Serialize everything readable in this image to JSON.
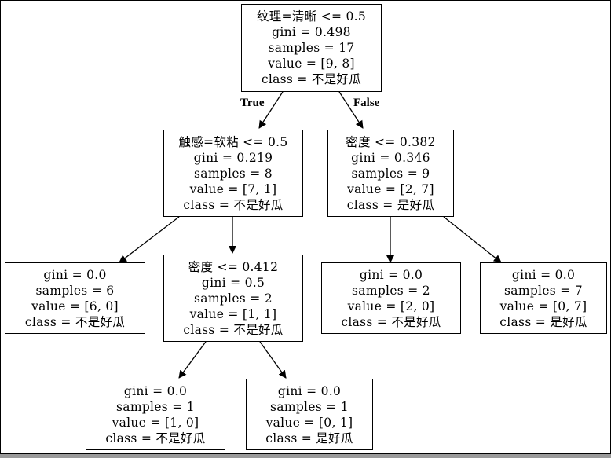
{
  "tree": {
    "nodes": [
      {
        "id": "n0",
        "lines": [
          "纹理=清晰 <= 0.5",
          "gini = 0.498",
          "samples = 17",
          "value = [9, 8]",
          "class = 不是好瓜"
        ]
      },
      {
        "id": "n1",
        "lines": [
          "触感=软粘 <= 0.5",
          "gini = 0.219",
          "samples = 8",
          "value = [7, 1]",
          "class = 不是好瓜"
        ]
      },
      {
        "id": "n2",
        "lines": [
          "密度 <= 0.382",
          "gini = 0.346",
          "samples = 9",
          "value = [2, 7]",
          "class = 是好瓜"
        ]
      },
      {
        "id": "n3",
        "lines": [
          "gini = 0.0",
          "samples = 6",
          "value = [6, 0]",
          "class = 不是好瓜"
        ]
      },
      {
        "id": "n4",
        "lines": [
          "密度 <= 0.412",
          "gini = 0.5",
          "samples = 2",
          "value = [1, 1]",
          "class = 不是好瓜"
        ]
      },
      {
        "id": "n5",
        "lines": [
          "gini = 0.0",
          "samples = 2",
          "value = [2, 0]",
          "class = 不是好瓜"
        ]
      },
      {
        "id": "n6",
        "lines": [
          "gini = 0.0",
          "samples = 7",
          "value = [0, 7]",
          "class = 是好瓜"
        ]
      },
      {
        "id": "n7",
        "lines": [
          "gini = 0.0",
          "samples = 1",
          "value = [1, 0]",
          "class = 不是好瓜"
        ]
      },
      {
        "id": "n8",
        "lines": [
          "gini = 0.0",
          "samples = 1",
          "value = [0, 1]",
          "class = 是好瓜"
        ]
      }
    ],
    "edge_labels": {
      "true": "True",
      "false": "False"
    },
    "edges": [
      {
        "from": "n0",
        "to": "n1"
      },
      {
        "from": "n0",
        "to": "n2"
      },
      {
        "from": "n1",
        "to": "n3"
      },
      {
        "from": "n1",
        "to": "n4"
      },
      {
        "from": "n2",
        "to": "n5"
      },
      {
        "from": "n2",
        "to": "n6"
      },
      {
        "from": "n4",
        "to": "n7"
      },
      {
        "from": "n4",
        "to": "n8"
      }
    ]
  }
}
